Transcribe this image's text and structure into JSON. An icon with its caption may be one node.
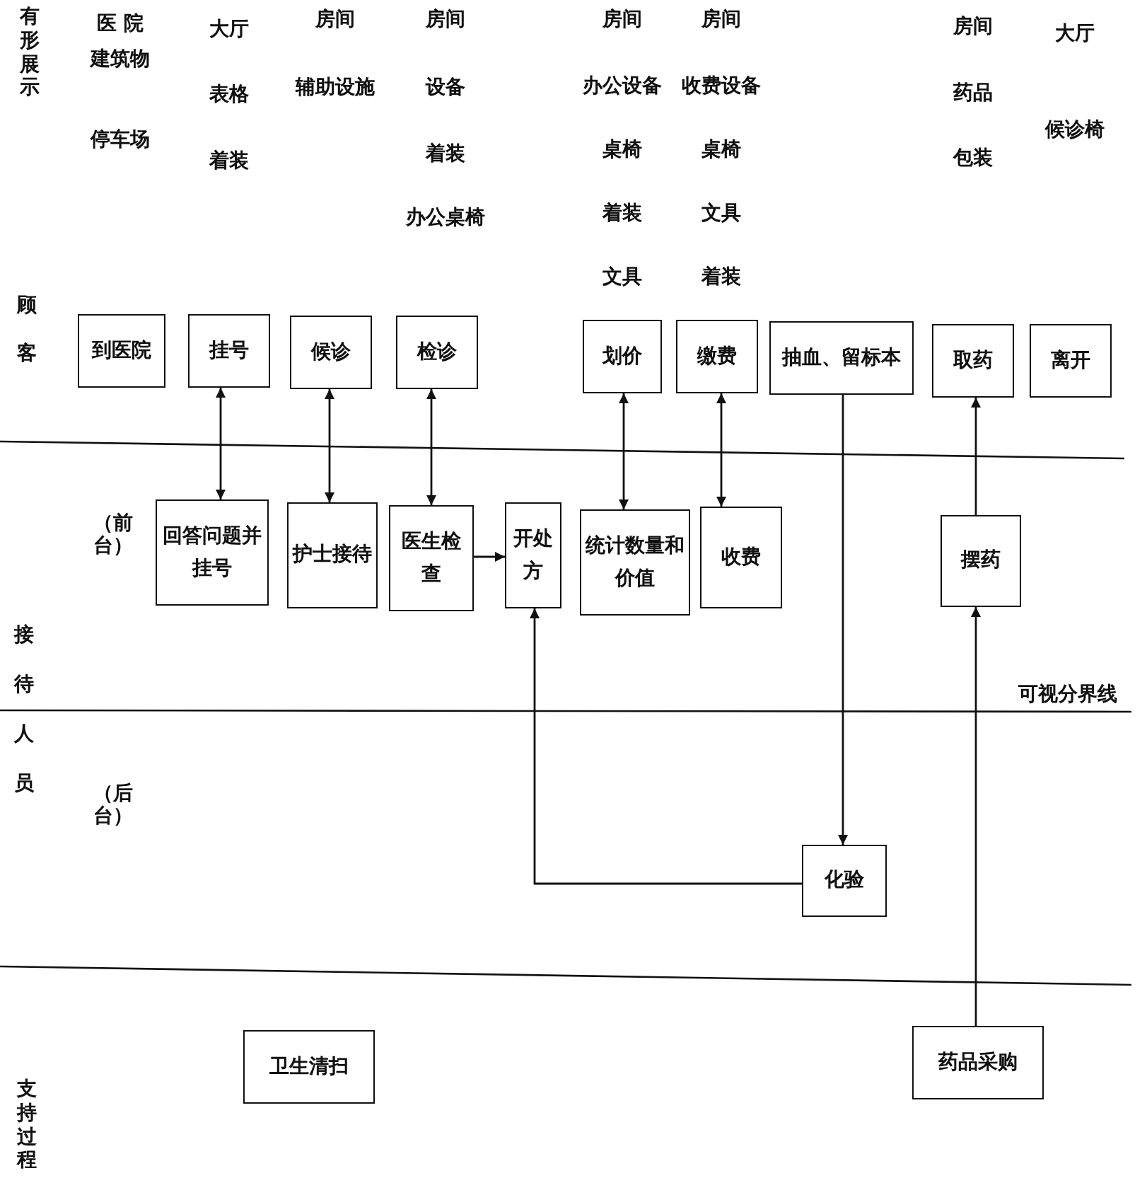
{
  "diagram": {
    "nodes": [
      {
        "text": [
          "到医院"
        ]
      },
      {
        "text": [
          "挂号"
        ]
      },
      {
        "text": [
          "候诊"
        ]
      },
      {
        "text": [
          "检诊"
        ]
      },
      {
        "text": [
          "划价"
        ]
      },
      {
        "text": [
          "缴费"
        ]
      },
      {
        "text": [
          "抽血、留标本"
        ]
      },
      {
        "text": [
          "取药"
        ]
      },
      {
        "text": [
          "离开"
        ]
      },
      {
        "text": [
          "回答问题并挂号"
        ]
      },
      {
        "text": [
          "护士接待"
        ]
      },
      {
        "text": [
          "医生检查"
        ]
      },
      {
        "text": [
          "开处方"
        ]
      },
      {
        "text": [
          "统计数量和价值"
        ]
      },
      {
        "text": [
          "收费"
        ]
      },
      {
        "text": [
          "摆药"
        ]
      },
      {
        "text": [
          "化验"
        ]
      },
      {
        "text": [
          "卫生清扫"
        ]
      },
      {
        "text": [
          "药品采购"
        ]
      }
    ],
    "edges": [
      {
        "from": 1,
        "to": 9,
        "arrow": "both"
      },
      {
        "from": 2,
        "to": 10,
        "arrow": "both"
      },
      {
        "from": 3,
        "to": 11,
        "arrow": "both"
      },
      {
        "from": 11,
        "to": 12,
        "arrow": "to"
      },
      {
        "from": 4,
        "to": 13,
        "arrow": "both"
      },
      {
        "from": 5,
        "to": 14,
        "arrow": "both"
      },
      {
        "from": 6,
        "to": 16,
        "arrow": "to"
      },
      {
        "from": 16,
        "to": 12,
        "arrow": "to"
      },
      {
        "from": 15,
        "to": 7,
        "arrow": "to"
      },
      {
        "from": 18,
        "to": 15,
        "arrow": "to"
      }
    ],
    "labels": [
      "有形展示",
      "医 院",
      "建筑物",
      "停车场",
      "大厅",
      "表格",
      "着装",
      "房间",
      "辅助设施",
      "房间",
      "设备",
      "着装",
      "办公桌椅",
      "房间",
      "办公设备",
      "桌椅",
      "着装",
      "文具",
      "房间",
      "收费设备",
      "桌椅",
      "文具",
      "着装",
      "房间",
      "药品",
      "包装",
      "大厅",
      "候诊椅",
      "顾客",
      "（前台）",
      "接待人员",
      "可视分界线",
      "（后台）",
      "支持过程"
    ]
  }
}
